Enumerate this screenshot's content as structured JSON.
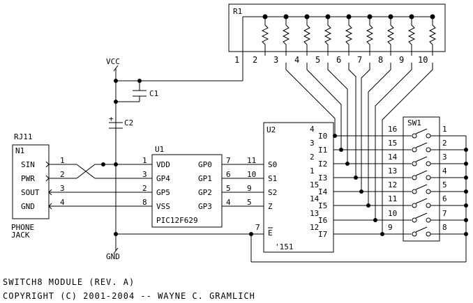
{
  "r1": {
    "ref": "R1",
    "pins": [
      "1",
      "2",
      "3",
      "4",
      "5",
      "6",
      "7",
      "8",
      "9",
      "10"
    ]
  },
  "vcc": "VCC",
  "gnd": "GND",
  "c1": "C1",
  "c2": "C2",
  "c2_plus": "+",
  "rj11": {
    "part": "RJ11",
    "ref": "N1",
    "pins": [
      {
        "name": "SIN",
        "num": "1"
      },
      {
        "name": "PWR",
        "num": "2"
      },
      {
        "name": "SOUT",
        "num": "3"
      },
      {
        "name": "GND",
        "num": "4"
      }
    ],
    "label_line1": "PHONE",
    "label_line2": "JACK"
  },
  "u1": {
    "ref": "U1",
    "part": "PIC12F629",
    "left_pins": [
      {
        "name": "VDD",
        "num": "1"
      },
      {
        "name": "GP4",
        "num": "3"
      },
      {
        "name": "GP5",
        "num": "2"
      },
      {
        "name": "VSS",
        "num": "8"
      }
    ],
    "right_pins": [
      {
        "name": "GP0",
        "num": "7"
      },
      {
        "name": "GP1",
        "num": "6"
      },
      {
        "name": "GP2",
        "num": "5"
      },
      {
        "name": "GP3",
        "num": "4"
      }
    ]
  },
  "u2": {
    "ref": "U2",
    "part": "'151",
    "left_pins": [
      {
        "name": "S0",
        "num": "11"
      },
      {
        "name": "S1",
        "num": "10"
      },
      {
        "name": "S2",
        "num": "9"
      },
      {
        "name": "Z",
        "num": "5"
      }
    ],
    "enable": {
      "name": "E",
      "num": "7"
    },
    "right_pins": [
      {
        "name": "I0",
        "num": "4"
      },
      {
        "name": "I1",
        "num": "3"
      },
      {
        "name": "I2",
        "num": "2"
      },
      {
        "name": "I3",
        "num": "1"
      },
      {
        "name": "I4",
        "num": "15"
      },
      {
        "name": "I5",
        "num": "14"
      },
      {
        "name": "I6",
        "num": "13"
      },
      {
        "name": "I7",
        "num": "12"
      }
    ]
  },
  "sw1": {
    "ref": "SW1",
    "left_pins": [
      "16",
      "15",
      "14",
      "13",
      "12",
      "11",
      "10",
      "9"
    ],
    "right_pins": [
      "1",
      "2",
      "3",
      "4",
      "5",
      "6",
      "7",
      "8"
    ]
  },
  "caption": {
    "line1": "SWITCH8 MODULE (REV. A)",
    "line2": "COPYRIGHT (C) 2001-2004 -- WAYNE C. GRAMLICH"
  }
}
